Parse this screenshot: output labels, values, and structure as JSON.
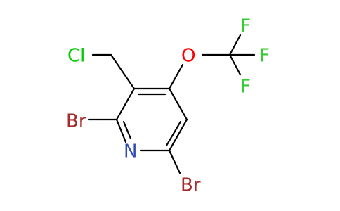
{
  "molecule": {
    "atoms": {
      "cl": {
        "label": "Cl",
        "color": "#00cc00"
      },
      "o": {
        "label": "O",
        "color": "#ff0000"
      },
      "f1": {
        "label": "F",
        "color": "#33cc33"
      },
      "f2": {
        "label": "F",
        "color": "#33cc33"
      },
      "f3": {
        "label": "F",
        "color": "#33cc33"
      },
      "br1": {
        "label": "Br",
        "color": "#a52a2a"
      },
      "br2": {
        "label": "Br",
        "color": "#a52a2a"
      },
      "n": {
        "label": "N",
        "color": "#2f4ab3"
      }
    }
  }
}
